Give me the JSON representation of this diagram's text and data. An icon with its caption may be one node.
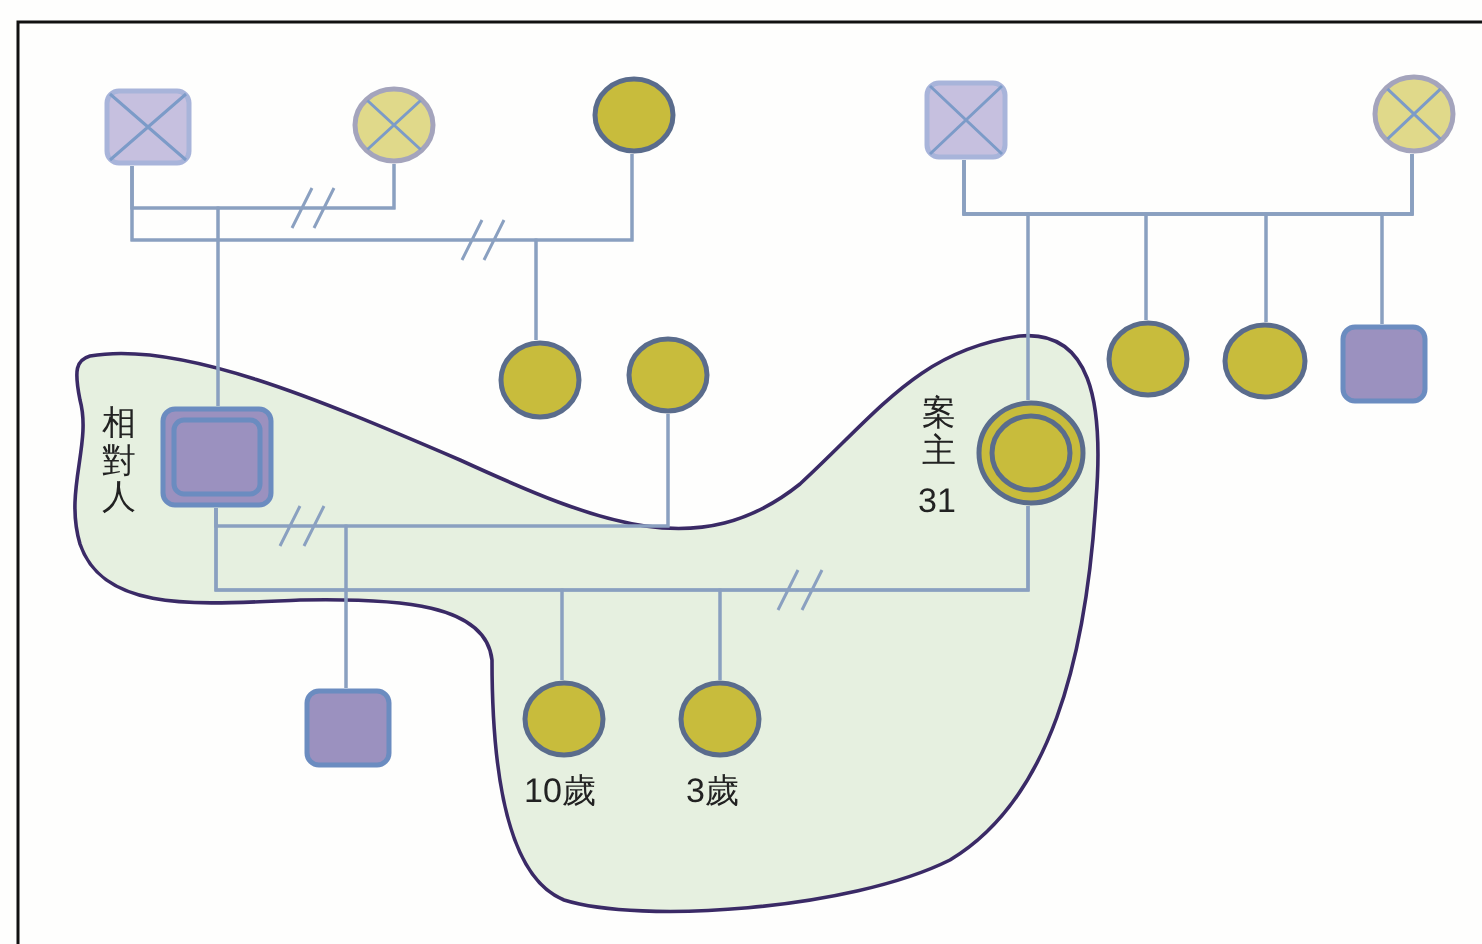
{
  "diagram": {
    "nodes": [
      {
        "text": [],
        "shape": "box"
      },
      {
        "text": [],
        "shape": "circle"
      },
      {
        "text": [],
        "shape": "circle"
      },
      {
        "text": [],
        "shape": "box"
      },
      {
        "text": [],
        "shape": "circle"
      },
      {
        "text": [],
        "shape": "circle"
      },
      {
        "text": [],
        "shape": "circle"
      },
      {
        "text": [],
        "shape": "cloud"
      },
      {
        "text": [
          "相對人"
        ],
        "in": 7
      },
      {
        "text": [
          "案主",
          "31"
        ],
        "in": 7
      },
      {
        "text": [],
        "shape": "circle"
      },
      {
        "text": [],
        "shape": "circle"
      },
      {
        "text": [],
        "shape": "box"
      },
      {
        "text": [],
        "shape": "box"
      },
      {
        "text": [
          "10歲"
        ],
        "in": 7
      },
      {
        "text": [
          "3歲"
        ],
        "in": 7
      }
    ],
    "edges": [
      {
        "from": 0,
        "to": 1,
        "arrow": "none"
      },
      {
        "from": 0,
        "to": 2,
        "arrow": "none"
      },
      {
        "from": 0,
        "to": 8,
        "arrow": "none"
      },
      {
        "from": 1,
        "to": 8,
        "arrow": "none"
      },
      {
        "from": 0,
        "to": 5,
        "arrow": "none"
      },
      {
        "from": 2,
        "to": 5,
        "arrow": "none"
      },
      {
        "from": 3,
        "to": 4,
        "arrow": "none"
      },
      {
        "from": 3,
        "to": 9,
        "arrow": "none"
      },
      {
        "from": 3,
        "to": 10,
        "arrow": "none"
      },
      {
        "from": 3,
        "to": 11,
        "arrow": "none"
      },
      {
        "from": 3,
        "to": 12,
        "arrow": "none"
      },
      {
        "from": 4,
        "to": 9,
        "arrow": "none"
      },
      {
        "from": 4,
        "to": 10,
        "arrow": "none"
      },
      {
        "from": 4,
        "to": 11,
        "arrow": "none"
      },
      {
        "from": 4,
        "to": 12,
        "arrow": "none"
      },
      {
        "from": 8,
        "to": 6,
        "arrow": "none"
      },
      {
        "from": 8,
        "to": 13,
        "arrow": "none"
      },
      {
        "from": 6,
        "to": 13,
        "arrow": "none"
      },
      {
        "from": 8,
        "to": 9,
        "arrow": "none"
      },
      {
        "from": 8,
        "to": 14,
        "arrow": "none"
      },
      {
        "from": 9,
        "to": 14,
        "arrow": "none"
      },
      {
        "from": 8,
        "to": 15,
        "arrow": "none"
      },
      {
        "from": 9,
        "to": 15,
        "arrow": "none"
      }
    ]
  }
}
